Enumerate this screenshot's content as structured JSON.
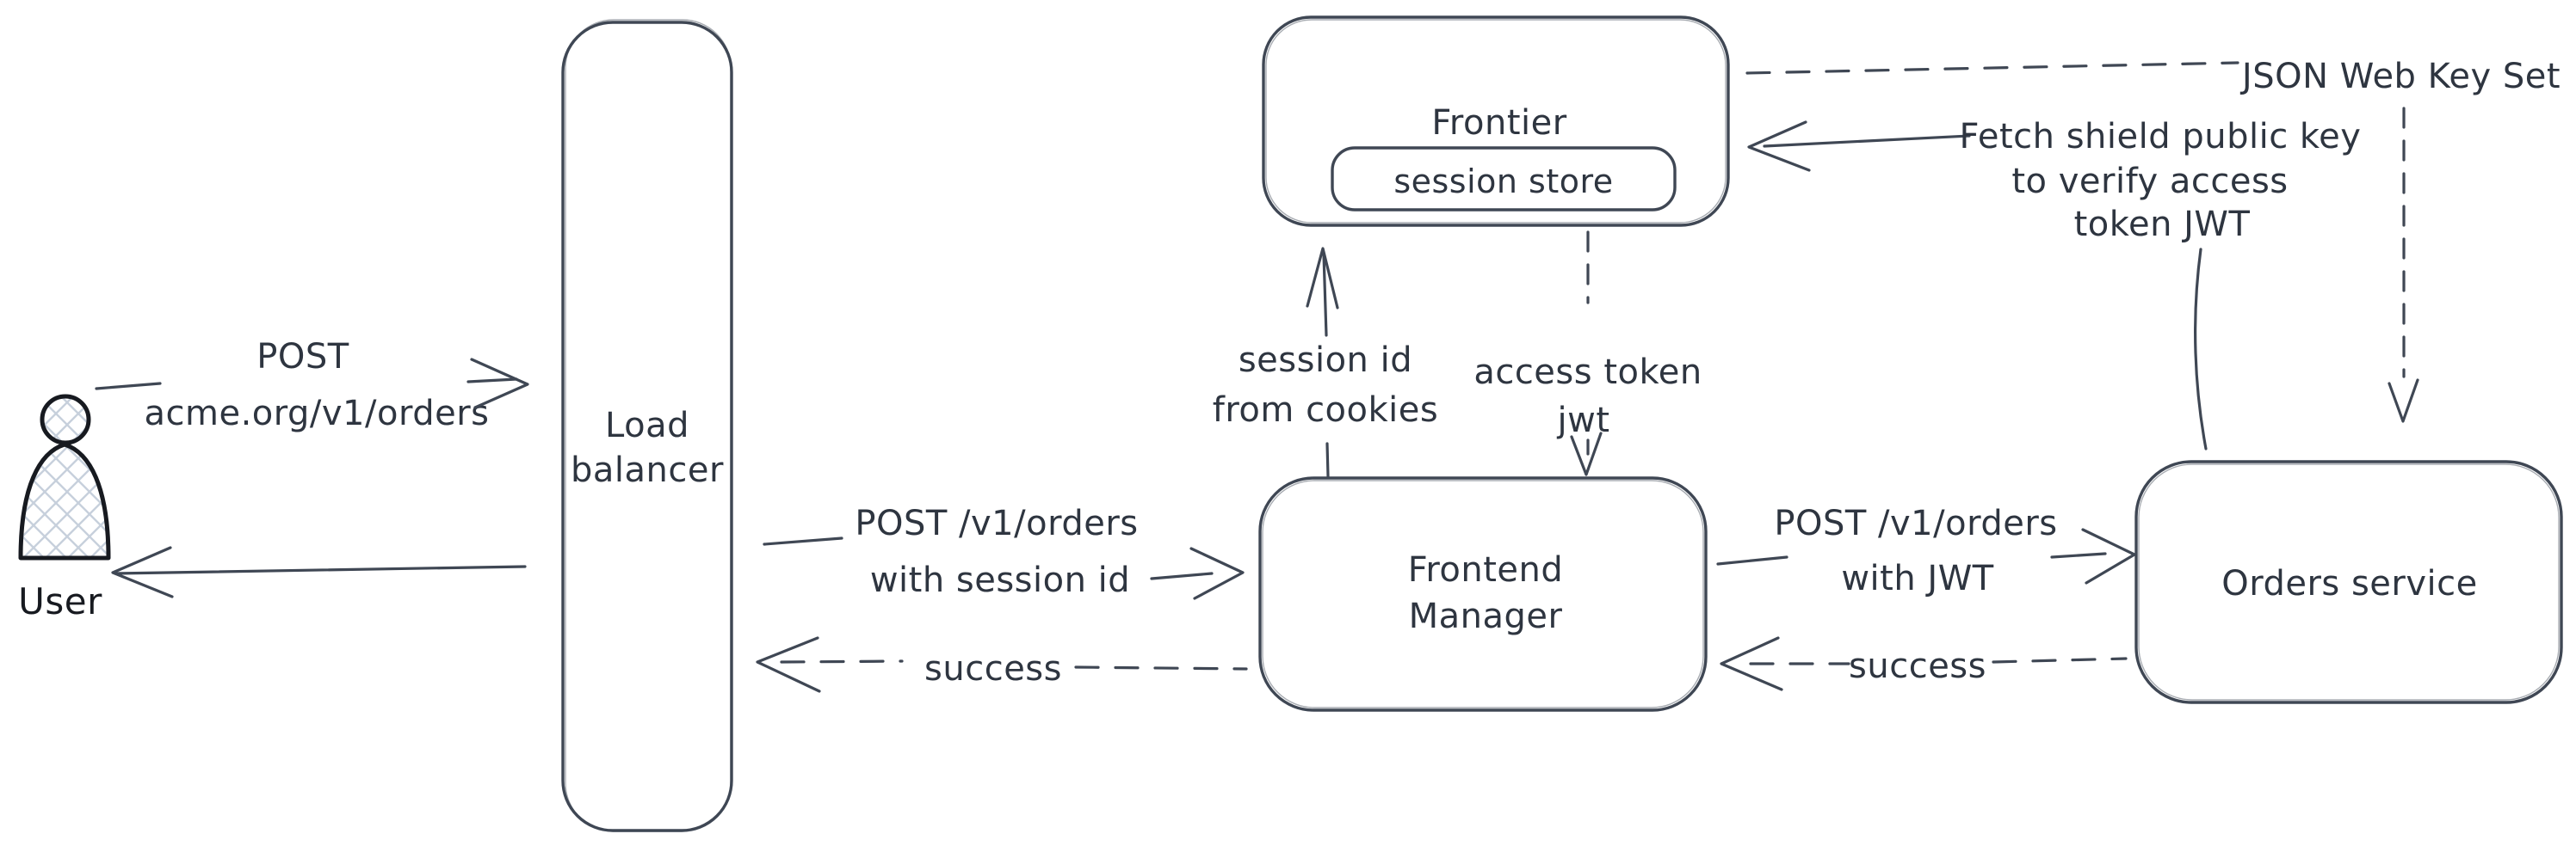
{
  "colors": {
    "stroke": "#3f4754",
    "text": "#2e3540",
    "user_icon": "#171a20",
    "hatch_fill": "#c7d0dc",
    "background": "#ffffff"
  },
  "nodes": {
    "user": {
      "label": "User"
    },
    "load_balancer": {
      "line1": "Load",
      "line2": "balancer"
    },
    "frontier": {
      "title": "Frontier"
    },
    "session_store": {
      "label": "session store"
    },
    "frontend_manager": {
      "line1": "Frontend",
      "line2": "Manager"
    },
    "orders_service": {
      "label": "Orders service"
    }
  },
  "edges": {
    "user_to_lb": {
      "line1": "POST",
      "line2": "acme.org/v1/orders"
    },
    "lb_to_fm": {
      "line1": "POST /v1/orders",
      "line2": "with session id"
    },
    "fm_to_lb_success": {
      "label": "success"
    },
    "fm_to_frontier": {
      "line1": "session id",
      "line2": "from cookies"
    },
    "frontier_to_fm": {
      "line1": "access token",
      "line2": "jwt"
    },
    "fm_to_os": {
      "line1": "POST /v1/orders",
      "line2": "with JWT"
    },
    "os_to_fm_success": {
      "label": "success"
    },
    "os_to_frontier": {
      "line1": "Fetch shield public key",
      "line2": "to verify access",
      "line3": "token JWT"
    },
    "jwks": {
      "label": "JSON Web Key Set"
    }
  }
}
